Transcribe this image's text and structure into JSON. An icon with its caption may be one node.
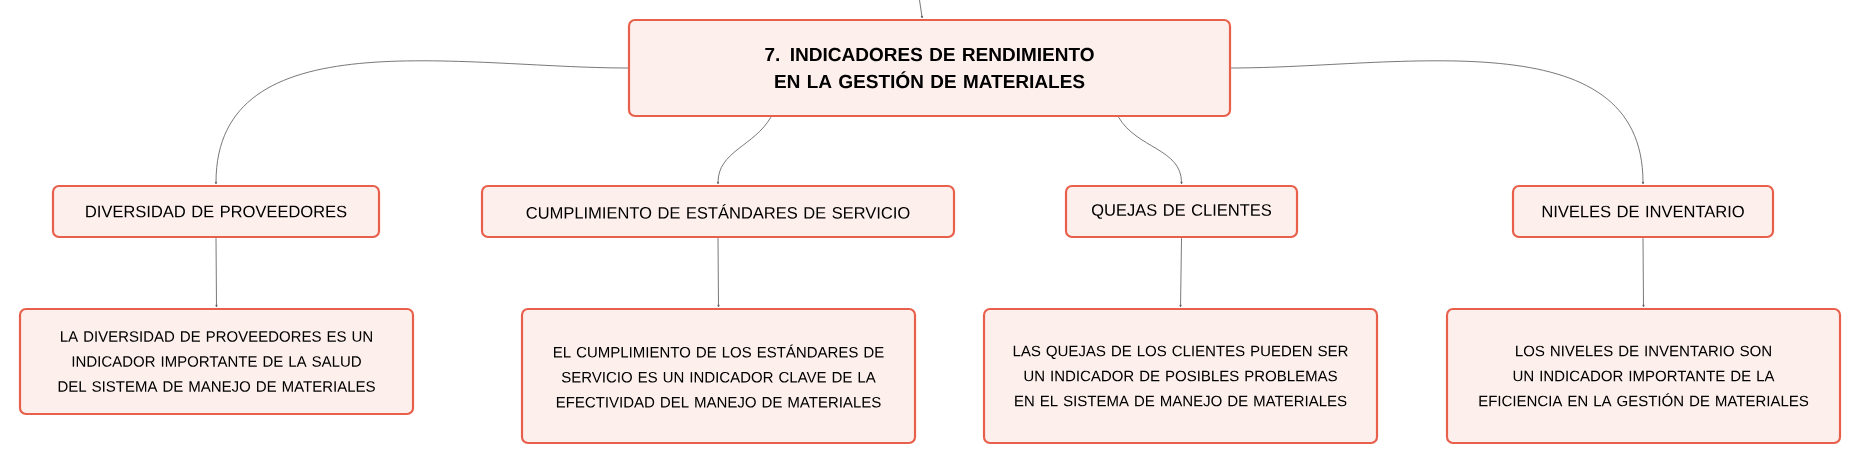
{
  "diagram": {
    "nodes": [
      {
        "text": [
          "7. INDICADORES DE RENDIMIENTO EN LA GESTIÓN DE MATERIALES"
        ]
      },
      {
        "text": [
          "DIVERSIDAD DE PROVEEDORES"
        ]
      },
      {
        "text": [
          "CUMPLIMIENTO DE ESTÁNDARES DE SERVICIO"
        ]
      },
      {
        "text": [
          "QUEJAS DE CLIENTES"
        ]
      },
      {
        "text": [
          "NIVELES DE INVENTARIO"
        ]
      },
      {
        "text": [
          "LA DIVERSIDAD DE PROVEEDORES ES UN INDICADOR IMPORTANTE DE LA SALUD DEL SISTEMA DE MANEJO DE MATERIALES"
        ]
      },
      {
        "text": [
          "EL CUMPLIMIENTO DE LOS ESTÁNDARES DE SERVICIO ES UN INDICADOR CLAVE DE LA EFECTIVIDAD DEL MANEJO DE MATERIALES"
        ]
      },
      {
        "text": [
          "LAS QUEJAS DE LOS CLIENTES PUEDEN SER UN INDICADOR DE POSIBLES PROBLEMAS EN EL SISTEMA DE MANEJO DE MATERIALES"
        ]
      },
      {
        "text": [
          "LOS NIVELES DE INVENTARIO SON UN INDICADOR IMPORTANTE DE LA EFICIENCIA EN LA GESTIÓN DE MATERIALES"
        ]
      }
    ],
    "edges": [
      {
        "from": null,
        "to": 0,
        "arrow": "to"
      },
      {
        "from": 0,
        "to": 1,
        "arrow": "to"
      },
      {
        "from": 0,
        "to": 2,
        "arrow": "to"
      },
      {
        "from": 0,
        "to": 3,
        "arrow": "to"
      },
      {
        "from": 0,
        "to": 4,
        "arrow": "to"
      },
      {
        "from": 1,
        "to": 5,
        "arrow": "to"
      },
      {
        "from": 2,
        "to": 6,
        "arrow": "to"
      },
      {
        "from": 3,
        "to": 7,
        "arrow": "to"
      },
      {
        "from": 4,
        "to": 8,
        "arrow": "to"
      }
    ]
  }
}
